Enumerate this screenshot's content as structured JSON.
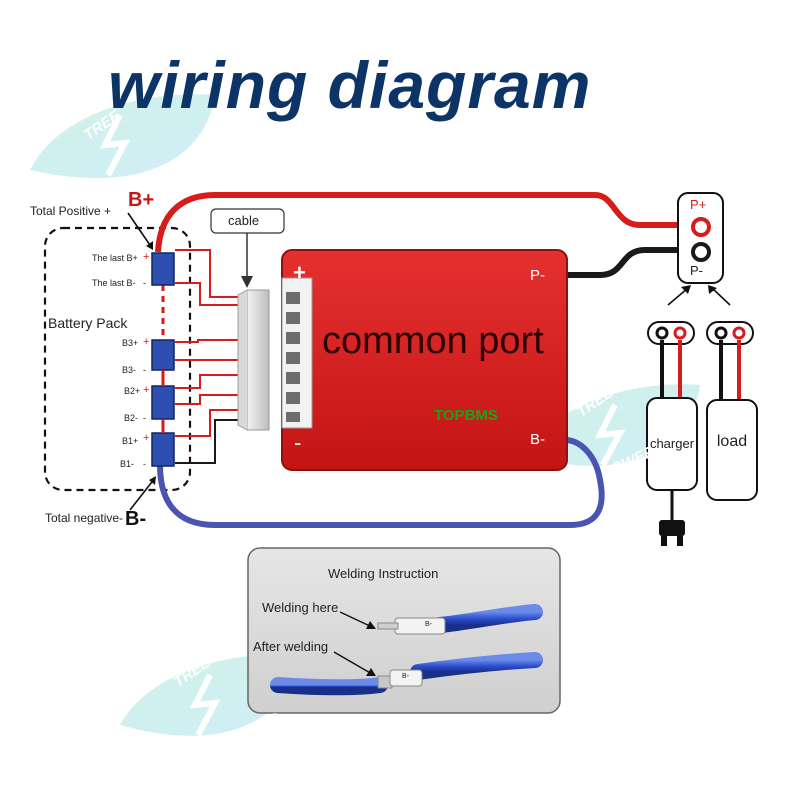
{
  "title": "wiring diagram",
  "labels": {
    "total_positive": "Total Positive +",
    "b_plus": "B+",
    "total_negative": "Total negative-",
    "b_minus_big": "B-",
    "battery_pack": "Battery Pack",
    "cable": "cable",
    "cells": [
      {
        "pos": "The last B+",
        "neg": "The last B-"
      },
      {
        "pos": "B3+",
        "neg": "B3-"
      },
      {
        "pos": "B2+",
        "neg": "B2-"
      },
      {
        "pos": "B1+",
        "neg": "B1-"
      }
    ],
    "plus_sign": "+",
    "minus_sign": "-"
  },
  "board": {
    "name": "common port",
    "brand": "TOPBMS",
    "plus": "+",
    "minus": "-",
    "p_minus": "P-",
    "b_minus": "B-"
  },
  "connector": {
    "p_plus": "P+",
    "p_minus": "P-"
  },
  "devices": {
    "charger": "charger",
    "load": "load"
  },
  "welding": {
    "title": "Welding Instruction",
    "before": "Welding here",
    "after": "After welding",
    "tube_label": "B-"
  },
  "watermark": {
    "text_top": "TREE",
    "text_bottom": "POWER"
  },
  "colors": {
    "title": "#0d3466",
    "board": "#d61f1f",
    "wire_red": "#d81b1b",
    "wire_black": "#1a1a1a",
    "wire_blue": "#4b55b0",
    "cell": "#2c4fb0",
    "brand": "#15a515"
  }
}
